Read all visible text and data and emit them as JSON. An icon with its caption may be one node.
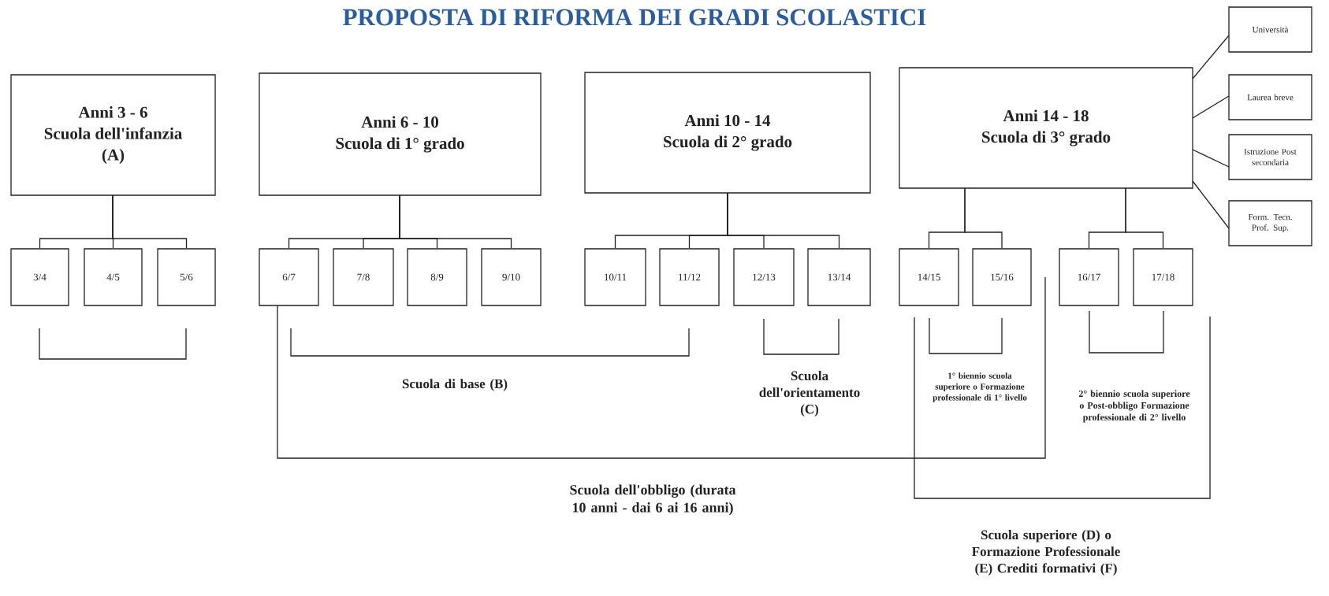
{
  "diagram": {
    "title": "PROPOSTA DI RIFORMA DEI GRADI SCOLASTICI",
    "nodes": [
      {
        "text": [
          "Anni 3 - 6",
          "Scuola dell'infanzia",
          "(A)"
        ]
      },
      {
        "text": [
          "Anni 6 - 10",
          "Scuola di 1° grado"
        ]
      },
      {
        "text": [
          "Anni 10 - 14",
          "Scuola di 2° grado"
        ]
      },
      {
        "text": [
          "Anni 14 - 18",
          "Scuola di 3° grado"
        ]
      },
      {
        "text": [
          "Università"
        ]
      },
      {
        "text": [
          "Laurea breve"
        ]
      },
      {
        "text": [
          "Istruzione Post secondaria"
        ]
      },
      {
        "text": [
          "Form. Tecn. Prof. Sup."
        ]
      },
      {
        "text": [
          "3/4"
        ]
      },
      {
        "text": [
          "4/5"
        ]
      },
      {
        "text": [
          "5/6"
        ]
      },
      {
        "text": [
          "6/7"
        ]
      },
      {
        "text": [
          "7/8"
        ]
      },
      {
        "text": [
          "8/9"
        ]
      },
      {
        "text": [
          "9/10"
        ]
      },
      {
        "text": [
          "10/11"
        ]
      },
      {
        "text": [
          "11/12"
        ]
      },
      {
        "text": [
          "12/13"
        ]
      },
      {
        "text": [
          "13/14"
        ]
      },
      {
        "text": [
          "14/15"
        ]
      },
      {
        "text": [
          "15/16"
        ]
      },
      {
        "text": [
          "16/17"
        ]
      },
      {
        "text": [
          "17/18"
        ]
      }
    ],
    "edges": [
      {
        "from": 0,
        "to": 8,
        "arrow": "none"
      },
      {
        "from": 0,
        "to": 9,
        "arrow": "none"
      },
      {
        "from": 0,
        "to": 10,
        "arrow": "none"
      },
      {
        "from": 1,
        "to": 11,
        "arrow": "none"
      },
      {
        "from": 1,
        "to": 12,
        "arrow": "none"
      },
      {
        "from": 1,
        "to": 13,
        "arrow": "none"
      },
      {
        "from": 1,
        "to": 14,
        "arrow": "none"
      },
      {
        "from": 2,
        "to": 15,
        "arrow": "none"
      },
      {
        "from": 2,
        "to": 16,
        "arrow": "none"
      },
      {
        "from": 2,
        "to": 17,
        "arrow": "none"
      },
      {
        "from": 2,
        "to": 18,
        "arrow": "none"
      },
      {
        "from": 3,
        "to": 19,
        "arrow": "none"
      },
      {
        "from": 3,
        "to": 20,
        "arrow": "none"
      },
      {
        "from": 3,
        "to": 21,
        "arrow": "none"
      },
      {
        "from": 3,
        "to": 22,
        "arrow": "none"
      },
      {
        "from": 3,
        "to": 4,
        "arrow": "none"
      },
      {
        "from": 3,
        "to": 5,
        "arrow": "none"
      },
      {
        "from": 3,
        "to": 6,
        "arrow": "none"
      },
      {
        "from": 3,
        "to": 7,
        "arrow": "none"
      }
    ],
    "labels": [
      "Scuola di base (B)",
      "Scuola dell'orientamento (C)",
      "1° biennio scuola superiore o Formazione professionale di 1° livello",
      "2° biennio scuola superiore o Post-obbligo Formazione professionale di 2° livello",
      "Scuola dell'obbligo (durata 10 anni - dai 6 ai 16 anni)",
      "Scuola superiore (D) o Formazione Professionale (E) Crediti formativi (F)"
    ]
  }
}
